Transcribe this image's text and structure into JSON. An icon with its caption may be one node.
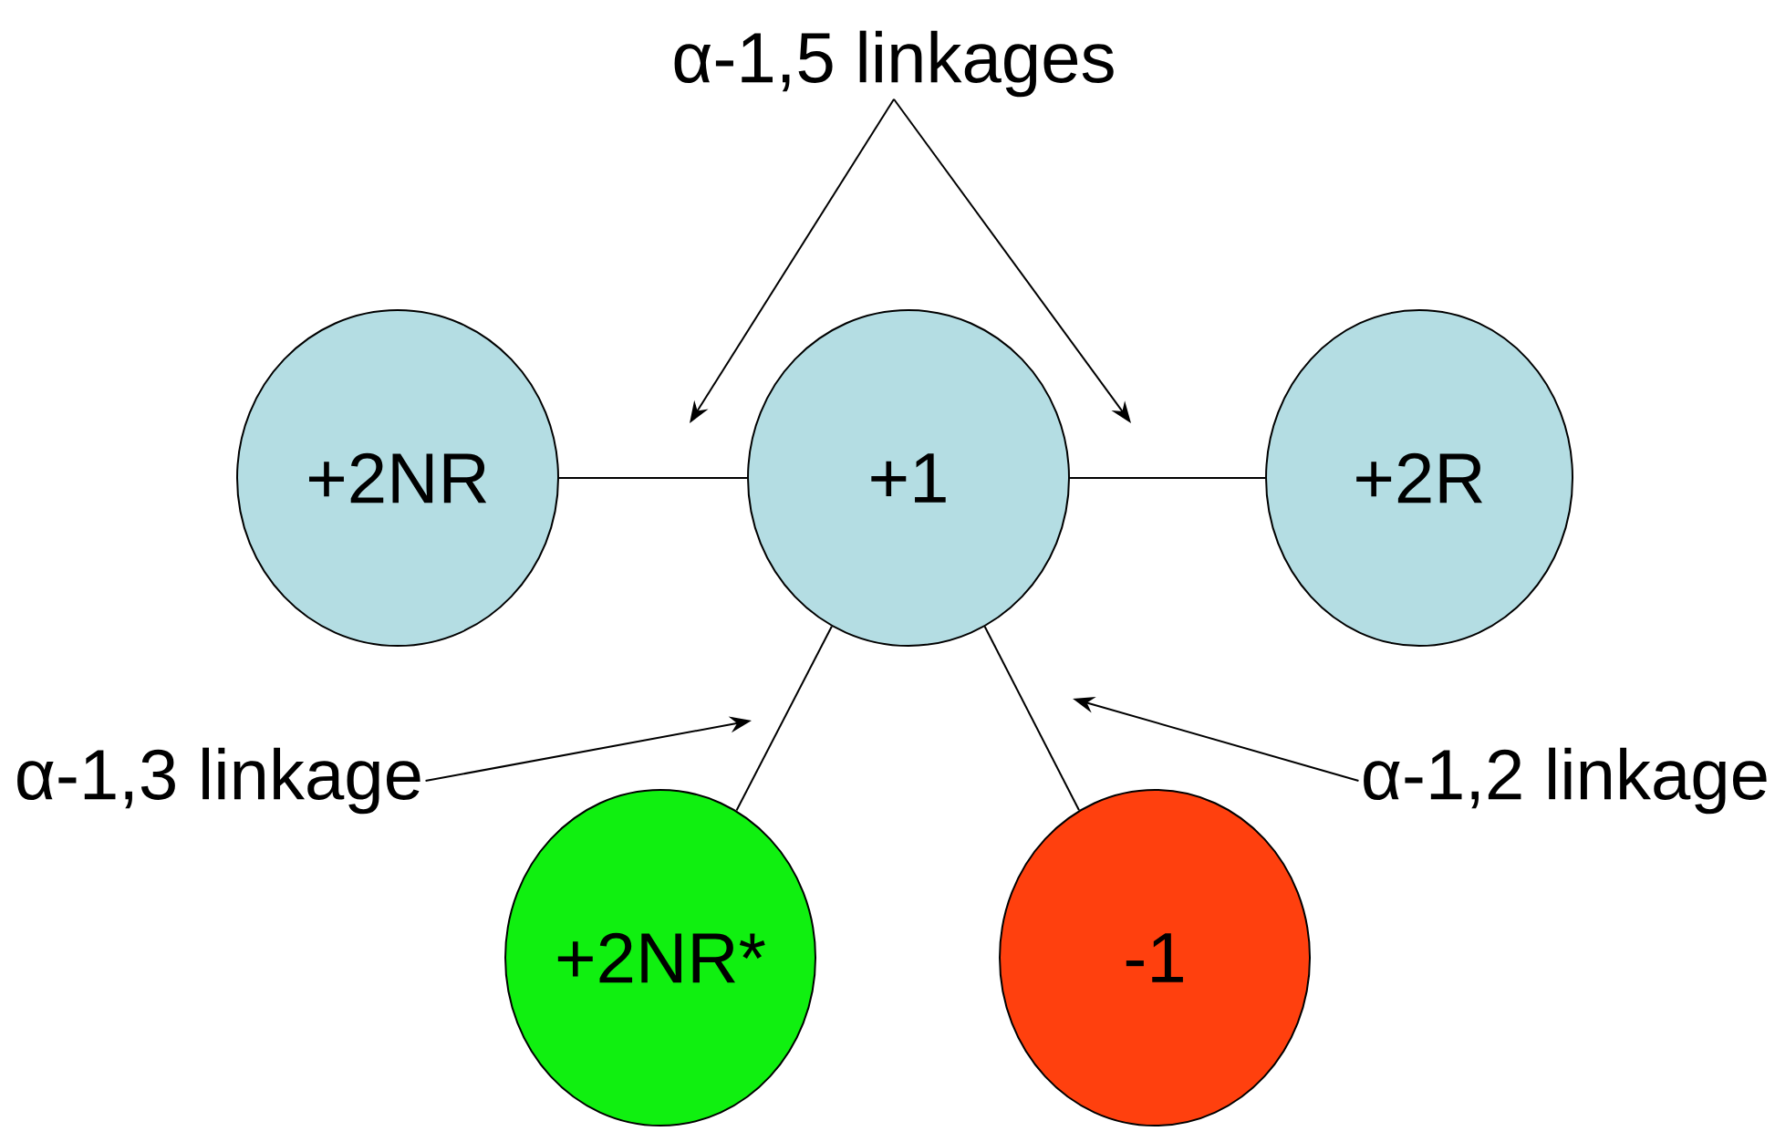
{
  "diagram": {
    "nodes": [
      {
        "text": [
          "+2NR"
        ]
      },
      {
        "text": [
          "+1"
        ]
      },
      {
        "text": [
          "+2R"
        ]
      },
      {
        "text": [
          "+2NR*"
        ]
      },
      {
        "text": [
          "-1"
        ]
      },
      {
        "text": [
          "α-1,5 linkages"
        ]
      },
      {
        "text": [
          "α-1,3 linkage"
        ]
      },
      {
        "text": [
          "α-1,2 linkage"
        ]
      }
    ],
    "edges": [
      {
        "from": 0,
        "to": 1,
        "arrow": "none"
      },
      {
        "from": 1,
        "to": 2,
        "arrow": "none"
      },
      {
        "from": 1,
        "to": 3,
        "arrow": "none"
      },
      {
        "from": 1,
        "to": 4,
        "arrow": "none"
      },
      {
        "from": 5,
        "to": null,
        "arrow": "to"
      },
      {
        "from": 5,
        "to": null,
        "arrow": "to"
      },
      {
        "from": 6,
        "to": null,
        "arrow": "to"
      },
      {
        "from": 7,
        "to": null,
        "arrow": "to"
      }
    ]
  }
}
